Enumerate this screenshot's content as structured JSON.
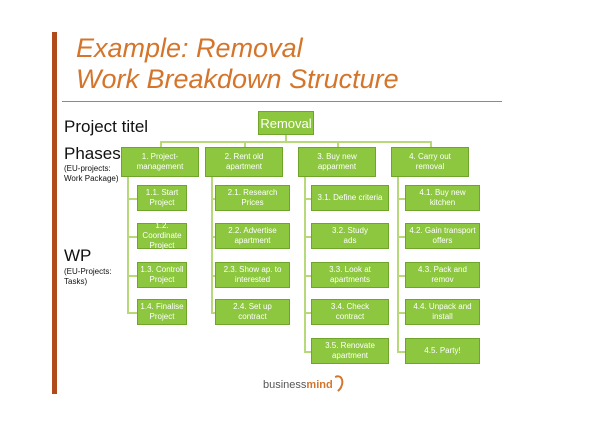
{
  "title": {
    "line1": "Example: Removal",
    "line2": "Work Breakdown Structure"
  },
  "sidebar": {
    "project_label": "Project titel",
    "phases_label": "Phases",
    "phases_note_1": "(EU-projects:",
    "phases_note_2": "Work Package)",
    "wp_label": "WP",
    "wp_note_1": "(EU-Projects:",
    "wp_note_2": "Tasks)"
  },
  "wbs": {
    "root": "Removal",
    "phases": [
      {
        "label": "1. Project-\nmanagement",
        "tasks": [
          "1.1. Start\nProject",
          "1.2.\nCoordinate\nProject",
          "1.3. Controll\nProject",
          "1.4. Finalise\nProject"
        ]
      },
      {
        "label": "2. Rent old\napartment",
        "tasks": [
          "2.1. Research\nPrices",
          "2.2. Advertise\napartment",
          "2.3. Show ap. to\ninterested",
          "2.4. Set up\ncontract"
        ]
      },
      {
        "label": "3. Buy new\napparment",
        "tasks": [
          "3.1. Define criteria",
          "3.2. Study\nads",
          "3.3. Look at\napartments",
          "3.4. Check\ncontract",
          "3.5. Renovate\napartment"
        ]
      },
      {
        "label": "4. Carry out\nremoval",
        "tasks": [
          "4.1. Buy new\nkitchen",
          "4.2. Gain transport\noffers",
          "4.3. Pack and\nremov",
          "4.4. Unpack and\ninstall",
          "4.5. Party!"
        ]
      }
    ],
    "colors": {
      "box": "#8dc63f",
      "border": "#6fa52a",
      "connector": "#b7d97a"
    }
  },
  "logo": {
    "part1": "business",
    "part2": "mind"
  },
  "colors": {
    "title": "#d4752b",
    "accent_bar": "#b04a1b"
  }
}
